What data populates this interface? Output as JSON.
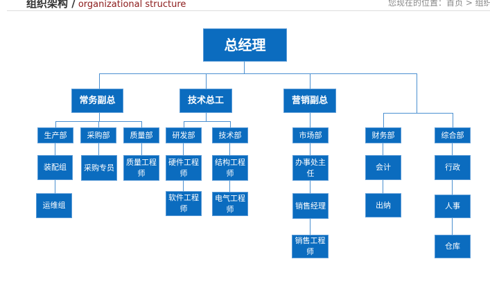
{
  "header": {
    "title_cn": "组织架构 /",
    "title_en": " organizational structure",
    "breadcrumb": "您现在的位置：首页 > 组织架构"
  },
  "org": {
    "ceo": "总经理",
    "vps": [
      "常务副总",
      "技术总工",
      "营销副总"
    ],
    "depts": [
      "生产部",
      "采购部",
      "质量部",
      "研发部",
      "技术部",
      "市场部",
      "财务部",
      "综合部"
    ],
    "roles": {
      "production": [
        "装配组",
        "运维组"
      ],
      "purchasing": [
        "采购专员"
      ],
      "quality": [
        "质量工程师"
      ],
      "rnd": [
        "硬件工程师",
        "软件工程师"
      ],
      "tech": [
        "结构工程师",
        "电气工程师"
      ],
      "market": [
        "办事处主任",
        "销售经理",
        "销售工程师"
      ],
      "finance": [
        "会计",
        "出纳"
      ],
      "general": [
        "行政",
        "人事",
        "仓库"
      ]
    }
  },
  "colors": {
    "box": "#0b6cbf",
    "line": "#4a8fd0",
    "title_en": "#8b1a1a"
  }
}
